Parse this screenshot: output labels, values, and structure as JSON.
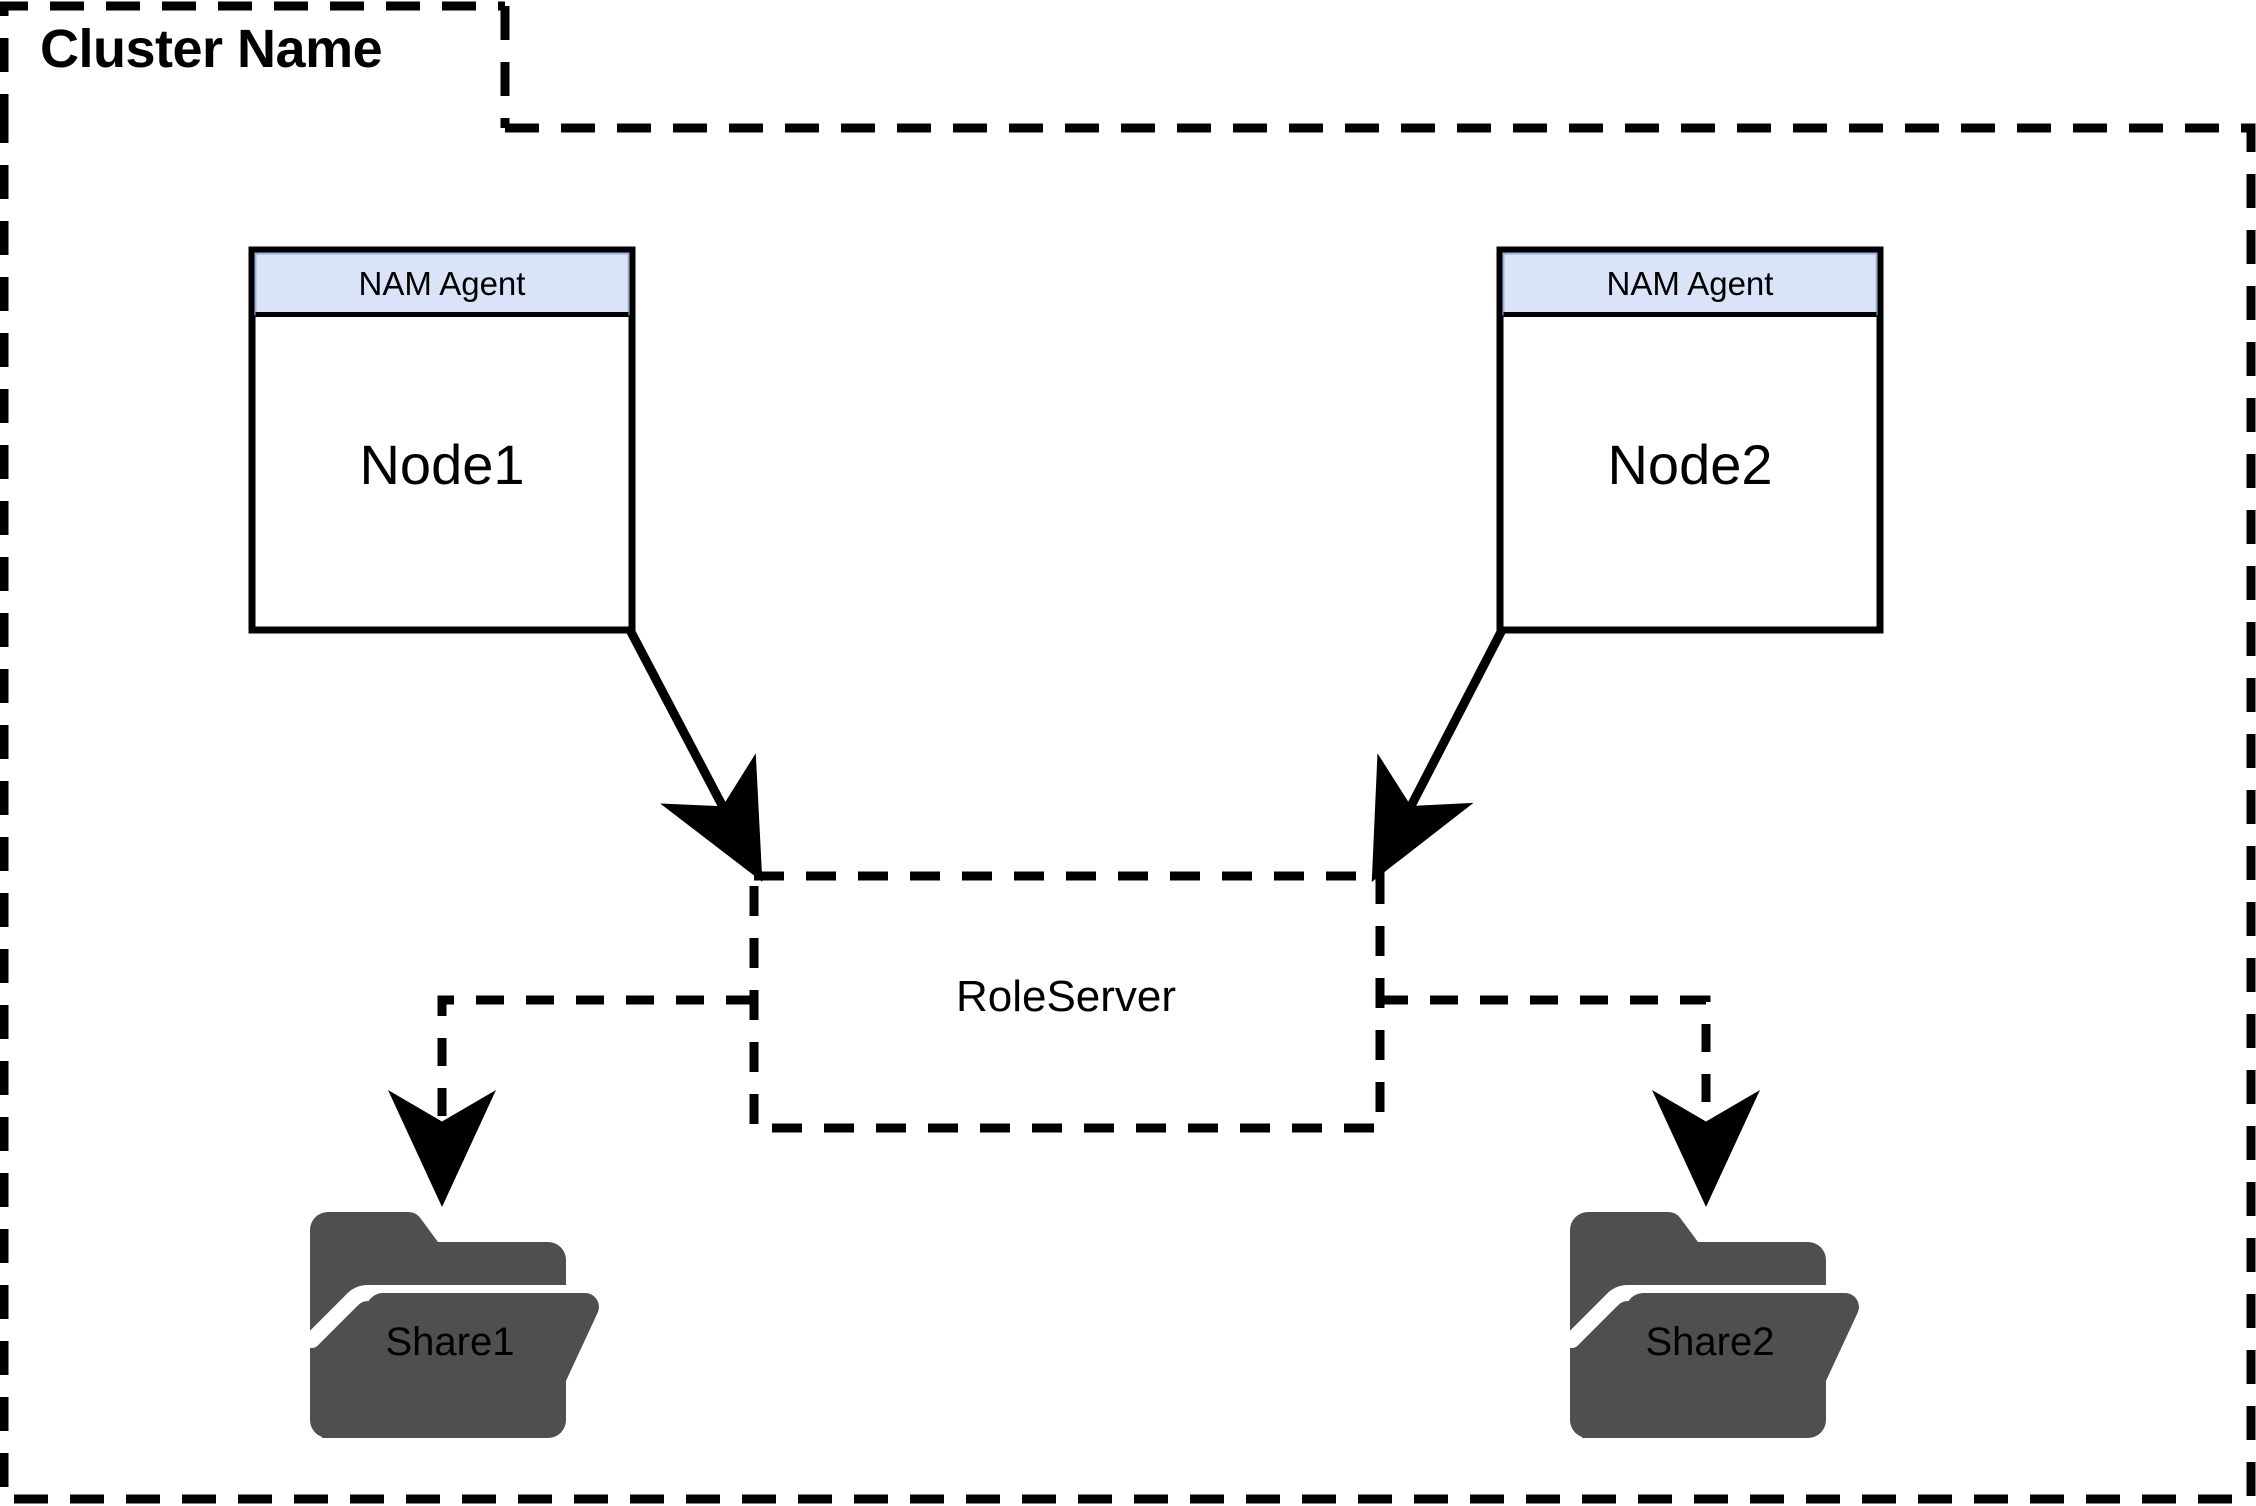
{
  "diagram": {
    "title": "Cluster Name",
    "type": "cluster-architecture-diagram",
    "background_color": "#ffffff",
    "line_color": "#000000",
    "cluster_boundary": {
      "label": "Cluster Name",
      "style": "dashed",
      "tab_label_position": "top-left"
    },
    "nodes": [
      {
        "id": "node1",
        "header_label": "NAM Agent",
        "body_label": "Node1",
        "header_color": "#dae3f7",
        "body_color": "#ffffff",
        "border_color": "#000000"
      },
      {
        "id": "node2",
        "header_label": "NAM Agent",
        "body_label": "Node2",
        "header_color": "#dae3f7",
        "body_color": "#ffffff",
        "border_color": "#000000"
      }
    ],
    "role_server": {
      "label": "RoleServer",
      "style": "dashed",
      "fill": "none"
    },
    "shares": [
      {
        "id": "share1",
        "label": "Share1",
        "icon": "folder-icon",
        "color": "#4f4f4f"
      },
      {
        "id": "share2",
        "label": "Share2",
        "icon": "folder-icon",
        "color": "#4f4f4f"
      }
    ],
    "connections": [
      {
        "from": "node1",
        "to": "role_server",
        "style": "solid",
        "arrow": true
      },
      {
        "from": "node2",
        "to": "role_server",
        "style": "solid",
        "arrow": true
      },
      {
        "from": "role_server",
        "to": "share1",
        "style": "dashed",
        "arrow": true
      },
      {
        "from": "role_server",
        "to": "share2",
        "style": "dashed",
        "arrow": true
      }
    ]
  }
}
